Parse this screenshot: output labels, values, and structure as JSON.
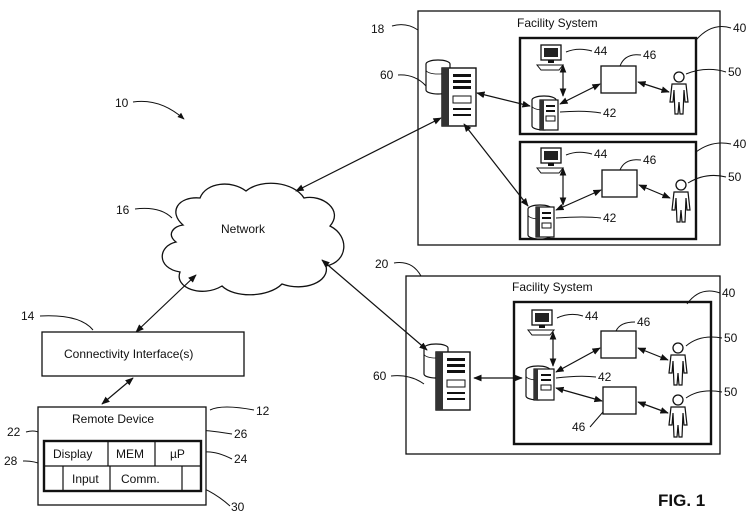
{
  "figure_label": "FIG. 1",
  "network": {
    "label": "Network"
  },
  "connectivity": {
    "label": "Connectivity Interface(s)"
  },
  "remote_device": {
    "title": "Remote Device",
    "cells": {
      "display": "Display",
      "mem": "MEM",
      "up": "µP",
      "input": "Input",
      "comm": "Comm."
    }
  },
  "facilities": {
    "top": {
      "title": "Facility System"
    },
    "bottom": {
      "title": "Facility System"
    }
  },
  "refs": {
    "system": "10",
    "remote": "12",
    "interface": "14",
    "network": "16",
    "fac_top": "18",
    "fac_bottom": "20",
    "display": "22",
    "up": "24",
    "mem": "26",
    "input": "28",
    "comm": "30",
    "unit": "40",
    "server": "42",
    "workstation": "44",
    "box": "46",
    "person": "50",
    "database": "60"
  },
  "icons": [
    "server-tower-icon",
    "database-cylinder-icon",
    "desktop-computer-icon",
    "person-icon",
    "cloud-icon"
  ]
}
